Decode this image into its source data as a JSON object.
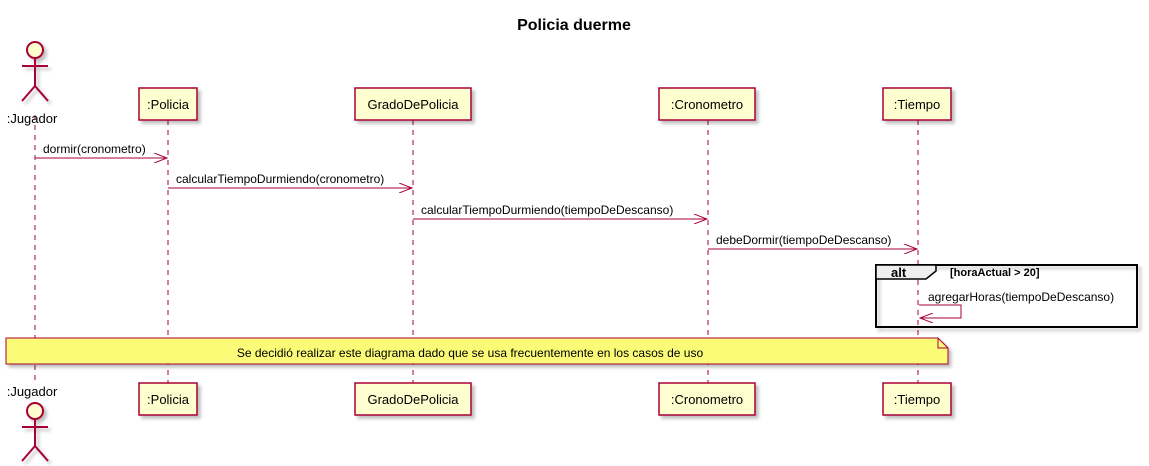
{
  "diagram": {
    "title": "Policia duerme",
    "actor": {
      "label": ":Jugador"
    },
    "participants": [
      {
        "id": "policia",
        "label": ":Policia"
      },
      {
        "id": "grado",
        "label": "GradoDePolicia"
      },
      {
        "id": "cronometro",
        "label": ":Cronometro"
      },
      {
        "id": "tiempo",
        "label": ":Tiempo"
      }
    ],
    "messages": [
      {
        "from": "jugador",
        "to": "policia",
        "label": "dormir(cronometro)"
      },
      {
        "from": "policia",
        "to": "grado",
        "label": "calcularTiempoDurmiendo(cronometro)"
      },
      {
        "from": "grado",
        "to": "cronometro",
        "label": "calcularTiempoDurmiendo(tiempoDeDescanso)"
      },
      {
        "from": "cronometro",
        "to": "tiempo",
        "label": "debeDormir(tiempoDeDescanso)"
      },
      {
        "from": "tiempo",
        "to": "tiempo",
        "label": "agregarHoras(tiempoDeDescanso)"
      }
    ],
    "alt_fragment": {
      "tag": "alt",
      "guard": "[horaActual > 20]"
    },
    "note": {
      "text": "Se decidió realizar este diagrama dado que se usa frecuentemente en los casos de uso"
    },
    "colors": {
      "box_fill": "#FEFECE",
      "border": "#A80036",
      "note_fill": "#FBFB77",
      "text": "#000000"
    }
  }
}
